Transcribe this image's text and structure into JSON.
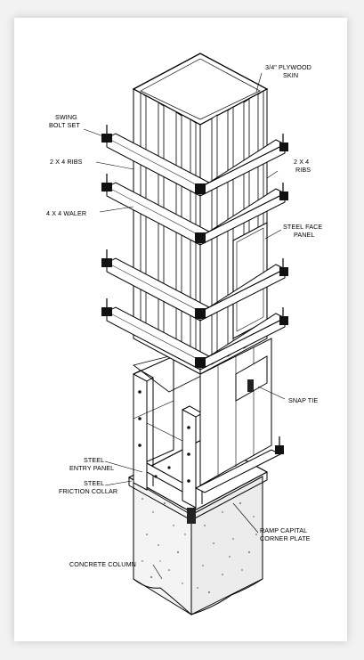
{
  "diagram": {
    "labels": {
      "plywood_skin_1": "3/4\" PLYWOOD",
      "plywood_skin_2": "SKIN",
      "swing_bolt_1": "SWING",
      "swing_bolt_2": "BOLT SET",
      "ribs_left": "2 X 4 RIBS",
      "ribs_right_1": "2 X 4",
      "ribs_right_2": "RIBS",
      "waler": "4 X 4 WALER",
      "steel_face_1": "STEEL FACE",
      "steel_face_2": "PANEL",
      "snap_tie": "SNAP TIE",
      "entry_panel_1": "STEEL",
      "entry_panel_2": "ENTRY PANEL",
      "friction_collar_1": "STEEL",
      "friction_collar_2": "FRICTION COLLAR",
      "ramp_plate_1": "RAMP CAPITAL",
      "ramp_plate_2": "CORNER PLATE",
      "concrete_column": "CONCRETE COLUMN"
    }
  }
}
